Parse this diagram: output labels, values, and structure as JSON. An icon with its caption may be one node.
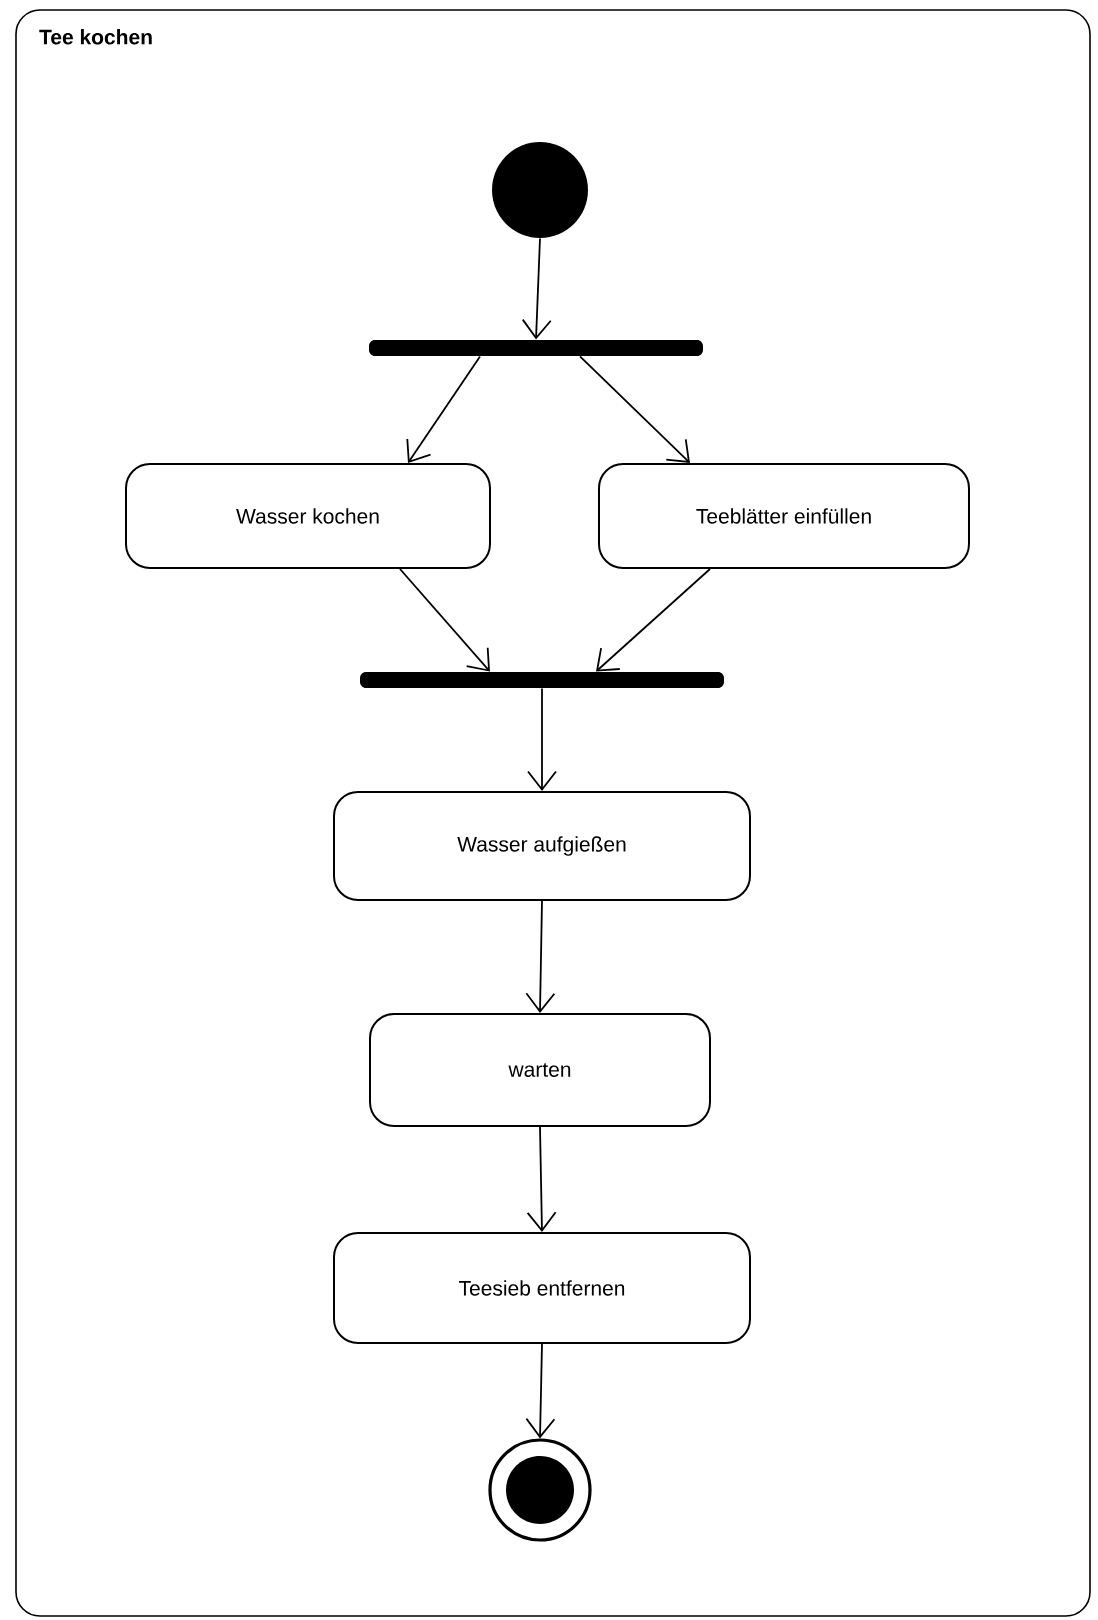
{
  "diagram": {
    "nodes": [
      {
        "text": [
          "Tee kochen"
        ]
      },
      {
        "text": [],
        "shape": "circle",
        "in": 0
      },
      {
        "text": [],
        "shape": "bar",
        "in": 0
      },
      {
        "text": [
          "Wasser kochen"
        ],
        "in": 0
      },
      {
        "text": [
          "Teeblätter einfüllen"
        ],
        "in": 0
      },
      {
        "text": [],
        "shape": "bar",
        "in": 0
      },
      {
        "text": [
          "Wasser aufgießen"
        ],
        "in": 0
      },
      {
        "text": [
          "warten"
        ],
        "in": 0
      },
      {
        "text": [
          "Teesieb entfernen"
        ],
        "in": 0
      },
      {
        "text": [],
        "shape": "bullseye",
        "in": 0
      }
    ],
    "edges": [
      {
        "from": 1,
        "to": 2,
        "arrow": "to"
      },
      {
        "from": 2,
        "to": 3,
        "arrow": "to"
      },
      {
        "from": 2,
        "to": 4,
        "arrow": "to"
      },
      {
        "from": 3,
        "to": 5,
        "arrow": "to"
      },
      {
        "from": 4,
        "to": 5,
        "arrow": "to"
      },
      {
        "from": 5,
        "to": 6,
        "arrow": "to"
      },
      {
        "from": 6,
        "to": 7,
        "arrow": "to"
      },
      {
        "from": 7,
        "to": 8,
        "arrow": "to"
      },
      {
        "from": 8,
        "to": 9,
        "arrow": "to"
      }
    ]
  }
}
